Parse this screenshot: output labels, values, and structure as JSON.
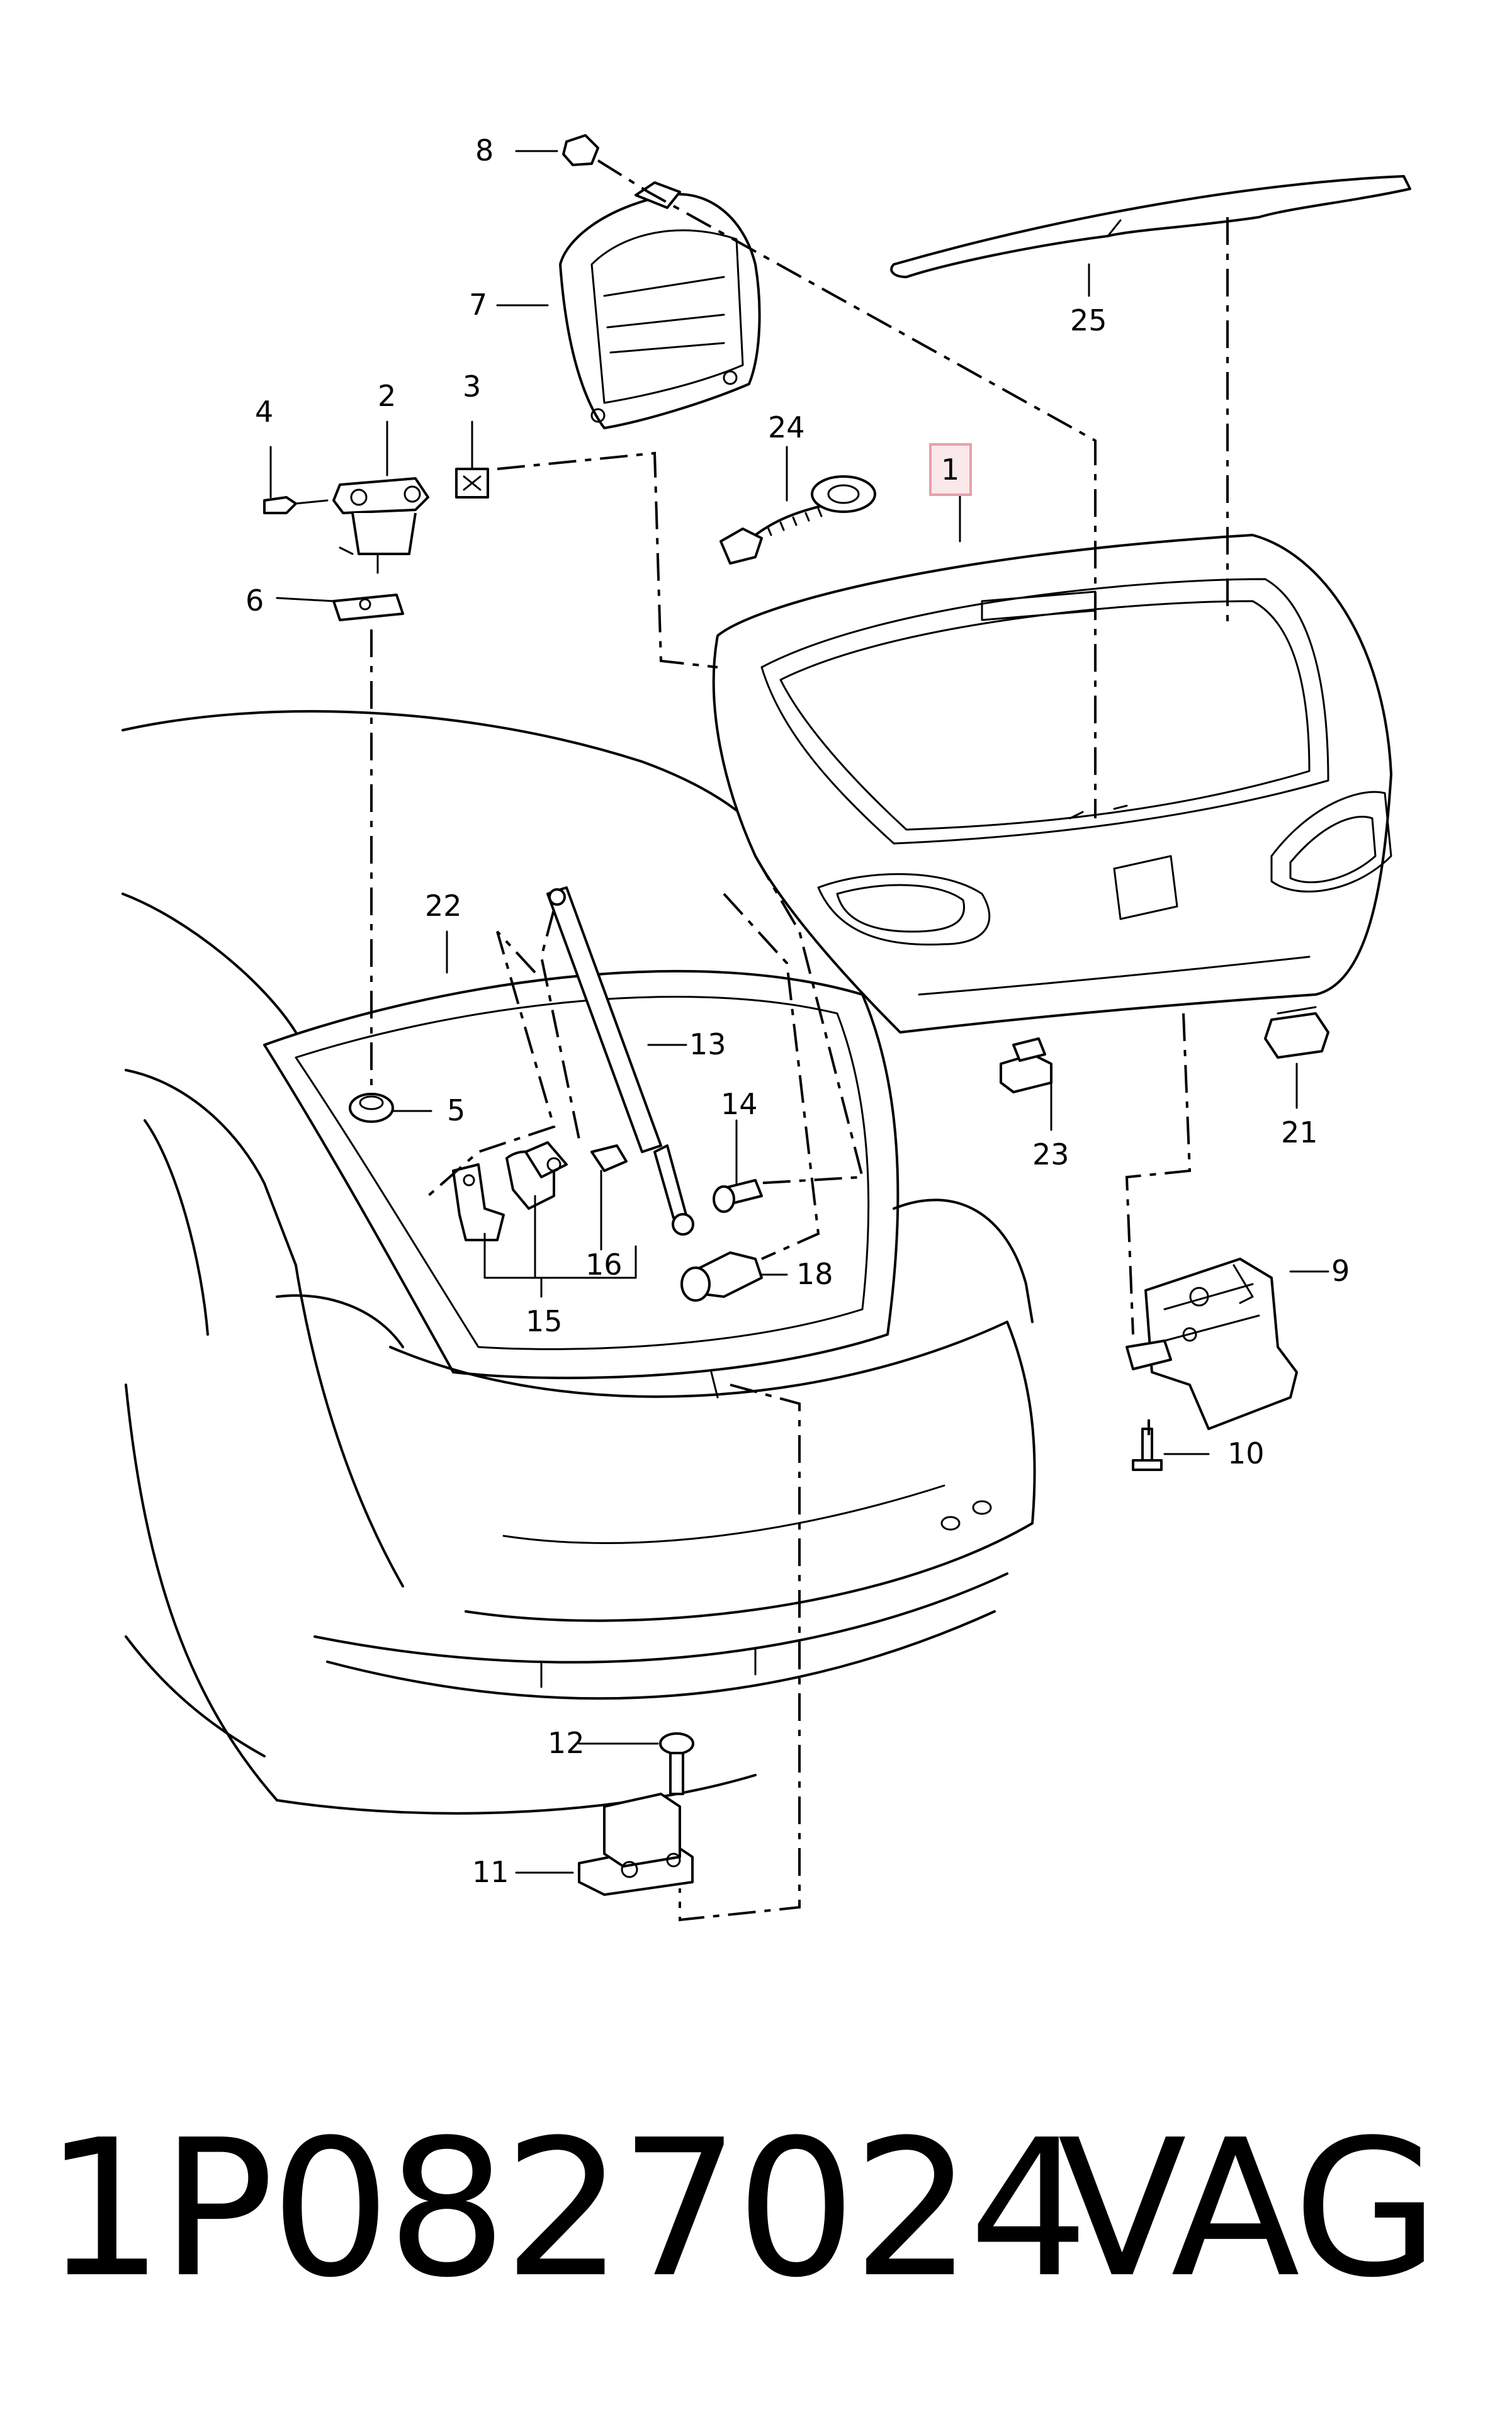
{
  "diagram": {
    "callouts": {
      "c1": "1",
      "c2": "2",
      "c3": "3",
      "c4": "4",
      "c5": "5",
      "c6": "6",
      "c7": "7",
      "c8": "8",
      "c9": "9",
      "c10": "10",
      "c11": "11",
      "c12": "12",
      "c13": "13",
      "c14": "14",
      "c15": "15",
      "c16": "16",
      "c18": "18",
      "c21": "21",
      "c22": "22",
      "c23": "23",
      "c24": "24",
      "c25": "25"
    },
    "highlighted_callout": "1",
    "highlight_color": "#e8a0a8",
    "line_color": "#000000"
  },
  "footer": {
    "part_number": "1P0827024",
    "brand": "VAG"
  }
}
